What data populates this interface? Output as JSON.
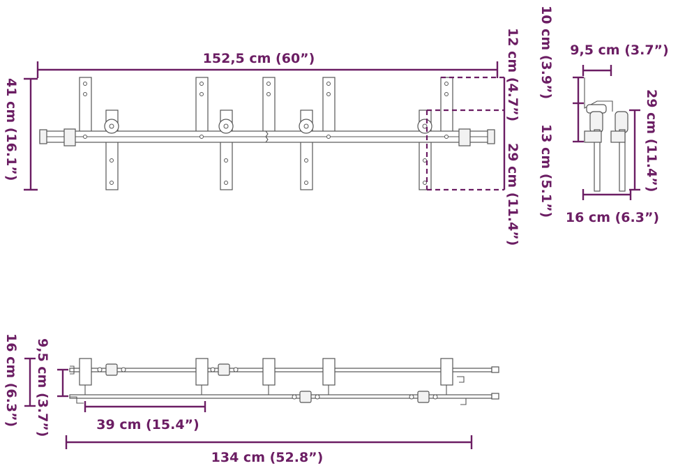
{
  "diagram": {
    "main_view": {
      "width_label": "152,5 cm (60”)",
      "height_label": "41 cm (16.1”)",
      "upper_label": "12 cm (4.7”)",
      "lower_label": "29 cm (11.4”)"
    },
    "side_view": {
      "top_width_label": "9,5 cm (3.7”)",
      "top_height_label": "10 cm (3.9”)",
      "mid_height_label": "13 cm (5.1”)",
      "bottom_width_label": "16 cm (6.3”)",
      "right_height_label": "29 cm (11.4”)"
    },
    "top_view": {
      "outer_height_label": "16 cm (6.3”)",
      "inner_height_label": "9,5 cm (3.7”)",
      "spacing_label": "39 cm (15.4”)",
      "length_label": "134 cm (52.8”)"
    },
    "colors": {
      "dimension": "#6b1d63",
      "outline": "#555555"
    }
  }
}
